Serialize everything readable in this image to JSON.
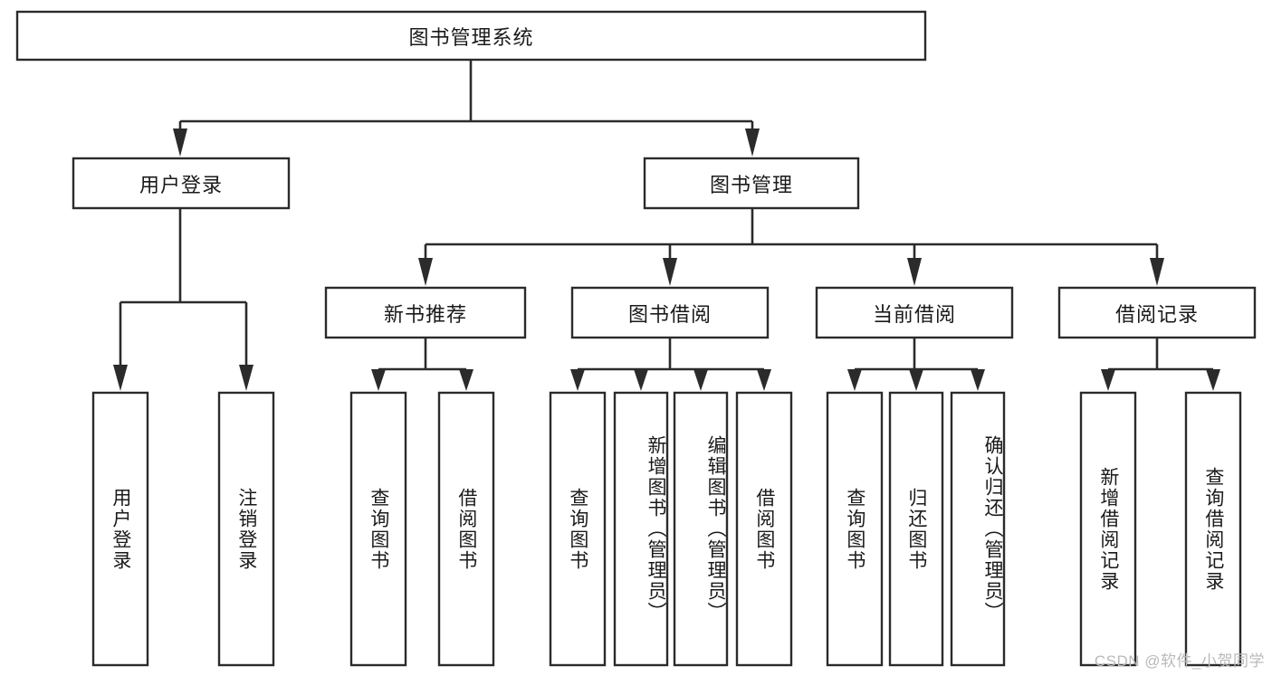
{
  "diagram": {
    "type": "tree-hierarchy",
    "title": "图书管理系统",
    "orientation": "top-down",
    "colors": {
      "box_fill": "#ffffff",
      "box_stroke": "#2b2b2b",
      "connector": "#2b2b2b",
      "text": "#1a1a1a",
      "watermark": "#b9b9b9"
    },
    "root": {
      "label": "图书管理系统"
    },
    "level2": [
      {
        "label": "用户登录"
      },
      {
        "label": "图书管理"
      }
    ],
    "level3": [
      {
        "label": "新书推荐"
      },
      {
        "label": "图书借阅"
      },
      {
        "label": "当前借阅"
      },
      {
        "label": "借阅记录"
      }
    ],
    "leaves": {
      "user_login": [
        {
          "label": "用户登录"
        },
        {
          "label": "注销登录"
        }
      ],
      "new_book_recommend": [
        {
          "label": "查询图书"
        },
        {
          "label": "借阅图书"
        }
      ],
      "book_borrow": [
        {
          "label": "查询图书"
        },
        {
          "label": "新增图书（管理员）"
        },
        {
          "label": "编辑图书（管理员）"
        },
        {
          "label": "借阅图书"
        }
      ],
      "current_borrow": [
        {
          "label": "查询图书"
        },
        {
          "label": "归还图书"
        },
        {
          "label": "确认归还（管理员）"
        }
      ],
      "borrow_record": [
        {
          "label": "新增借阅记录"
        },
        {
          "label": "查询借阅记录"
        }
      ]
    }
  },
  "watermark": {
    "text": "CSDN @软件_小贺同学"
  }
}
